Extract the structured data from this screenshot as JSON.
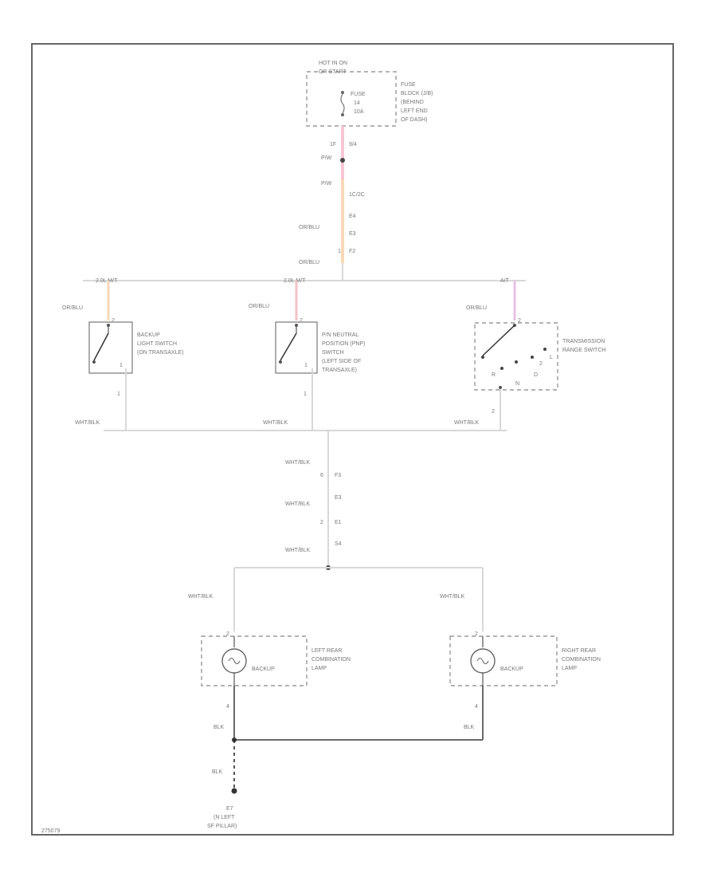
{
  "fuse_block": {
    "header": [
      "HOT IN ON",
      "OR START"
    ],
    "fuse": [
      "FUSE",
      "14",
      "10A"
    ],
    "location": [
      "FUSE",
      "BLOCK (J/B)",
      "(BEHIND",
      "LEFT END",
      "OF DASH)"
    ]
  },
  "feed": {
    "pin_top": "1F",
    "pin_top_b": "9/4",
    "splice1": "P/W",
    "wire1": "P/W",
    "conn1": "1C/2C",
    "wire2": "OR/BLU",
    "conn2": "E4",
    "conn3": "E3",
    "wire3": "OR/BLU",
    "conn4": "1",
    "conn5": "F2"
  },
  "bus": {
    "left_tag": "2.0L M/T",
    "mid_tag": "2.0L M/T",
    "right_tag": "A/T"
  },
  "switches": {
    "backup": {
      "wire_in": "OR/BLU",
      "pin_in": "2",
      "pin_out": "1",
      "wire_out": "WHT/BLK",
      "label": [
        "BACKUP",
        "LIGHT SWITCH",
        "(ON TRANSAXLE)"
      ]
    },
    "pnp": {
      "wire_in": "OR/BLU",
      "pin_in": "2",
      "pin_out": "1",
      "wire_out": "WHT/BLK",
      "label": [
        "P/N NEUTRAL",
        "POSITION (PNP)",
        "SWITCH",
        "(LEFT SIDE OF",
        "TRANSAXLE)"
      ]
    },
    "range": {
      "wire_in": "OR/BLU",
      "pin_in": "2",
      "pin_out": "2",
      "wire_out": "WHT/BLK",
      "positions": [
        "R",
        "N",
        "D",
        "2",
        "L"
      ],
      "label": [
        "TRANSMISSION",
        "RANGE SWITCH"
      ]
    }
  },
  "return": {
    "w1": "WHT/BLK",
    "c1": "6",
    "c1b": "F3",
    "w2": "WHT/BLK",
    "c2": "E3",
    "w3": "WHT/BLK",
    "c3": "2",
    "c3b": "E1",
    "w4": "WHT/BLK",
    "c4": "S4"
  },
  "lamps": {
    "left": {
      "wire_in": "WHT/BLK",
      "pin_in": "2",
      "bulb": "BACKUP",
      "pin_out": "4",
      "wire_out": "BLK",
      "label": [
        "LEFT REAR",
        "COMBINATION",
        "LAMP"
      ]
    },
    "right": {
      "wire_in": "WHT/BLK",
      "pin_in": "2",
      "bulb": "BACKUP",
      "pin_out": "4",
      "wire_out": "BLK",
      "label": [
        "RIGHT REAR",
        "COMBINATION",
        "LAMP"
      ]
    }
  },
  "ground": {
    "wire": "BLK",
    "id": "E7",
    "label": [
      "(N LEFT",
      "SF PILLAR)"
    ]
  },
  "figure_id": "275079"
}
